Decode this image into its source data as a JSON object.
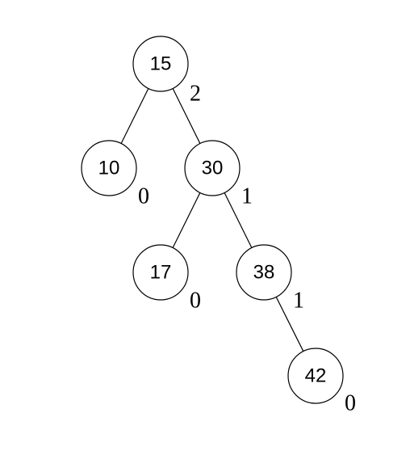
{
  "tree": {
    "nodes": [
      {
        "id": "n15",
        "key": "15",
        "annotation": "2"
      },
      {
        "id": "n10",
        "key": "10",
        "annotation": "0"
      },
      {
        "id": "n30",
        "key": "30",
        "annotation": "1"
      },
      {
        "id": "n17",
        "key": "17",
        "annotation": "0"
      },
      {
        "id": "n38",
        "key": "38",
        "annotation": "1"
      },
      {
        "id": "n42",
        "key": "42",
        "annotation": "0"
      }
    ],
    "edges": [
      {
        "from": "n15",
        "to": "n10"
      },
      {
        "from": "n15",
        "to": "n30"
      },
      {
        "from": "n30",
        "to": "n17"
      },
      {
        "from": "n30",
        "to": "n38"
      },
      {
        "from": "n38",
        "to": "n42"
      }
    ]
  }
}
